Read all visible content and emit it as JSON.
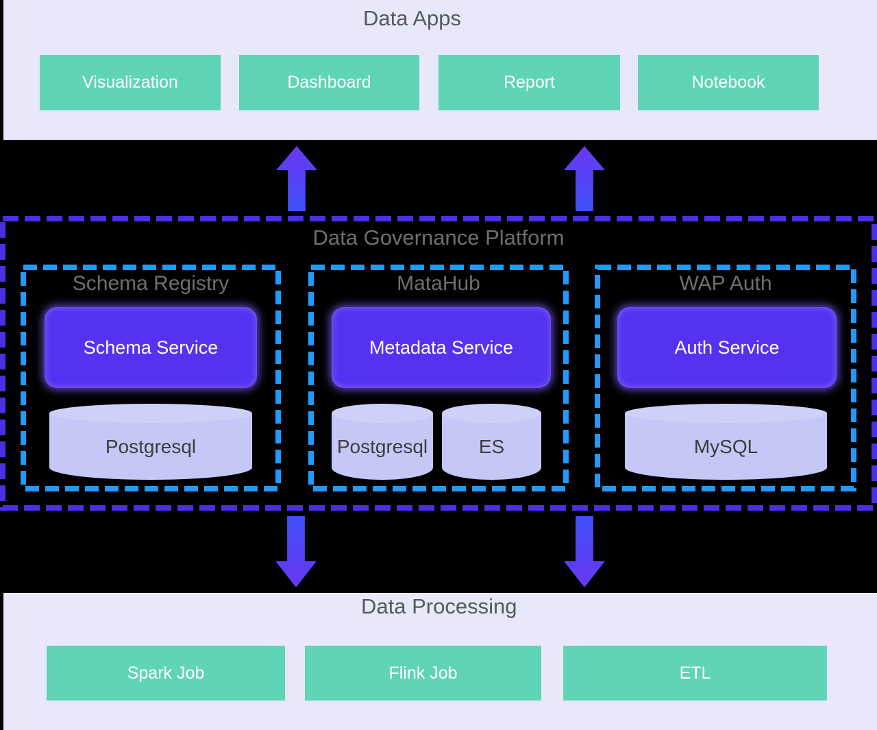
{
  "colors": {
    "background": "#000000",
    "band": "#e8e8fa",
    "teal": "#5fd4b6",
    "box_text": "#ffffff",
    "title_gray": "#56585c",
    "dark_title_gray": "#6f6f6f",
    "outer_dash": "#4c2fe4",
    "inner_dash": "#1f9bfd",
    "service_fill": "#5532f1",
    "cylinder_body": "#c5c7f6",
    "cylinder_top": "#cfd0f9",
    "cylinder_text": "#3c3c3e",
    "arrow_tip": "#6b36f2",
    "arrow_tail": "#3e50fb"
  },
  "data_apps": {
    "title": "Data Apps",
    "items": [
      "Visualization",
      "Dashboard",
      "Report",
      "Notebook"
    ]
  },
  "governance": {
    "title": "Data Governance Platform",
    "groups": [
      {
        "title": "Schema Registry",
        "service": "Schema Service",
        "stores": [
          "Postgresql"
        ]
      },
      {
        "title": "MataHub",
        "service": "Metadata Service",
        "stores": [
          "Postgresql",
          "ES"
        ]
      },
      {
        "title": "WAP Auth",
        "service": "Auth Service",
        "stores": [
          "MySQL"
        ]
      }
    ]
  },
  "data_processing": {
    "title": "Data Processing",
    "items": [
      "Spark Job",
      "Flink Job",
      "ETL"
    ]
  }
}
